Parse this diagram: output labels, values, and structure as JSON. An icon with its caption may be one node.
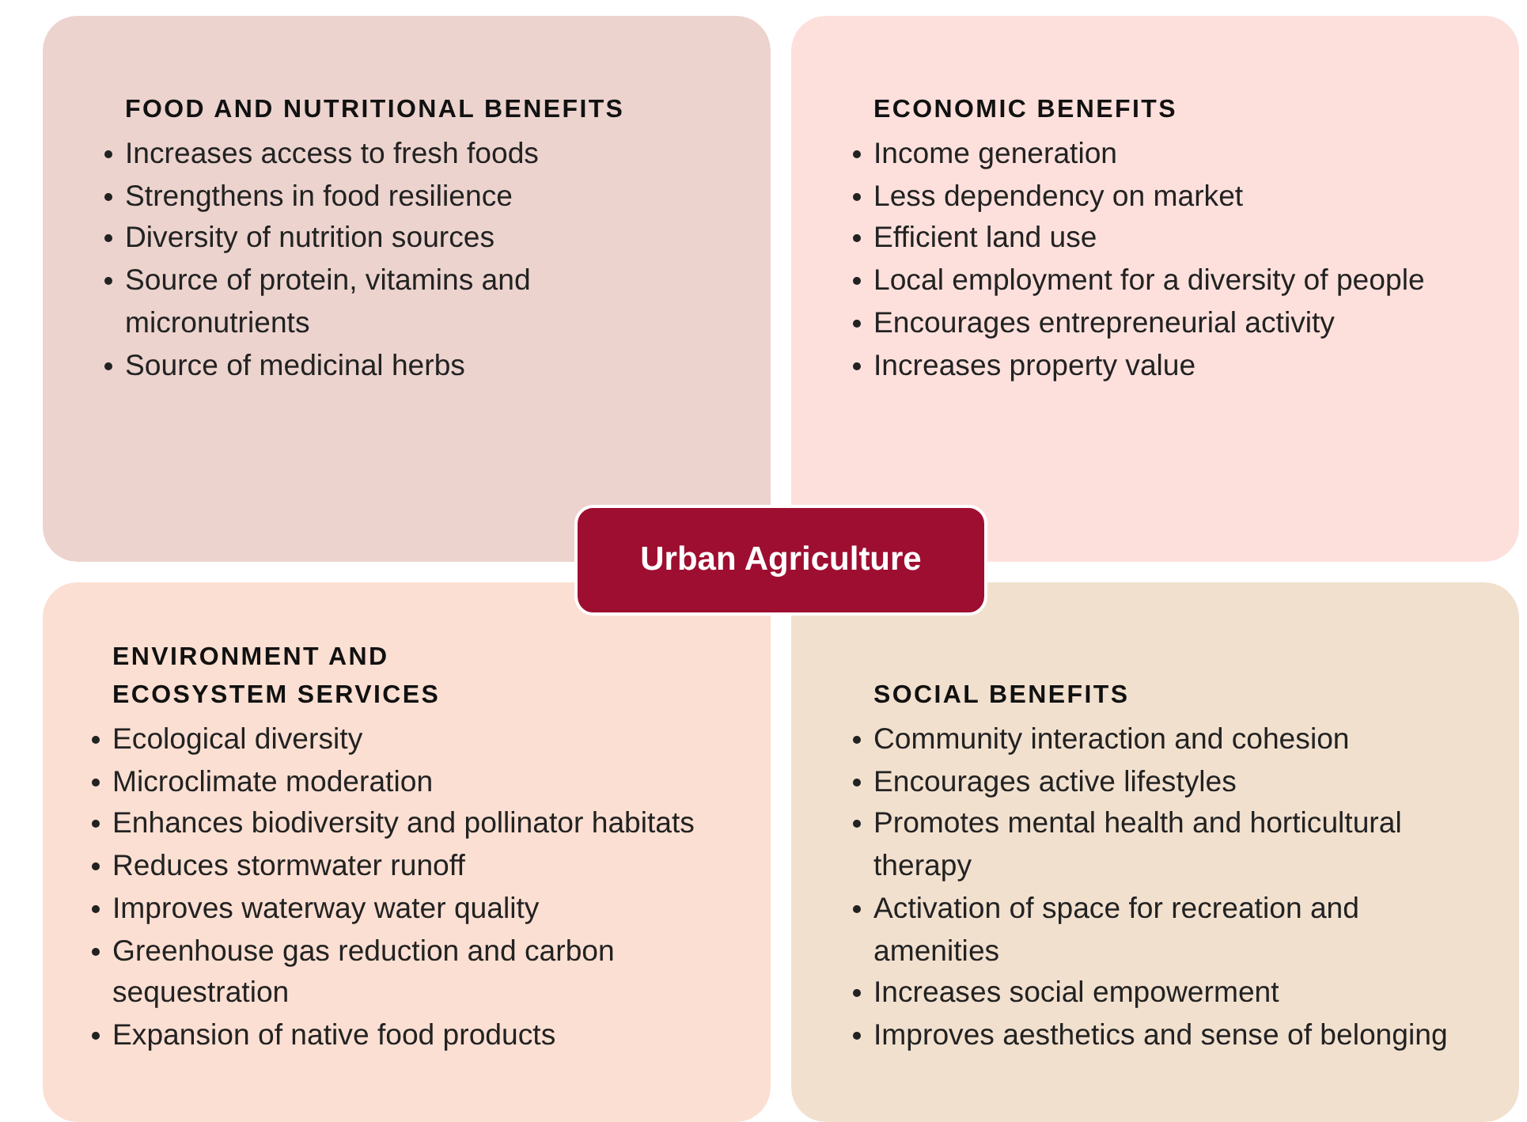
{
  "diagram": {
    "nodes": [
      {
        "text": [
          "FOOD AND NUTRITIONAL BENEFITS",
          "Increases access to fresh foods",
          "Strengthens in food resilience",
          "Diversity of nutrition sources",
          "Source of protein, vitamins and micronutrients",
          "Source of medicinal herbs"
        ]
      },
      {
        "text": [
          "ECONOMIC BENEFITS",
          "Income generation",
          "Less dependency on market",
          "Efficient land use",
          "Local employment for a diversity of people",
          "Encourages entrepreneurial activity",
          "Increases property value"
        ]
      },
      {
        "text": [
          "Urban Agriculture"
        ]
      },
      {
        "text": [
          "ENVIRONMENT AND ECOSYSTEM SERVICES",
          "Ecological diversity",
          "Microclimate moderation",
          "Enhances biodiversity and pollinator habitats",
          "Reduces stormwater runoff",
          "Improves waterway water quality",
          "Greenhouse gas reduction and carbon sequestration",
          "Expansion of native food products"
        ]
      },
      {
        "text": [
          "SOCIAL BENEFITS",
          "Community interaction and cohesion",
          "Encourages active lifestyles",
          "Promotes mental health and horticultural therapy",
          "Activation of space for recreation and amenities",
          "Increases social empowerment",
          "Improves aesthetics and sense of belonging"
        ]
      }
    ]
  }
}
